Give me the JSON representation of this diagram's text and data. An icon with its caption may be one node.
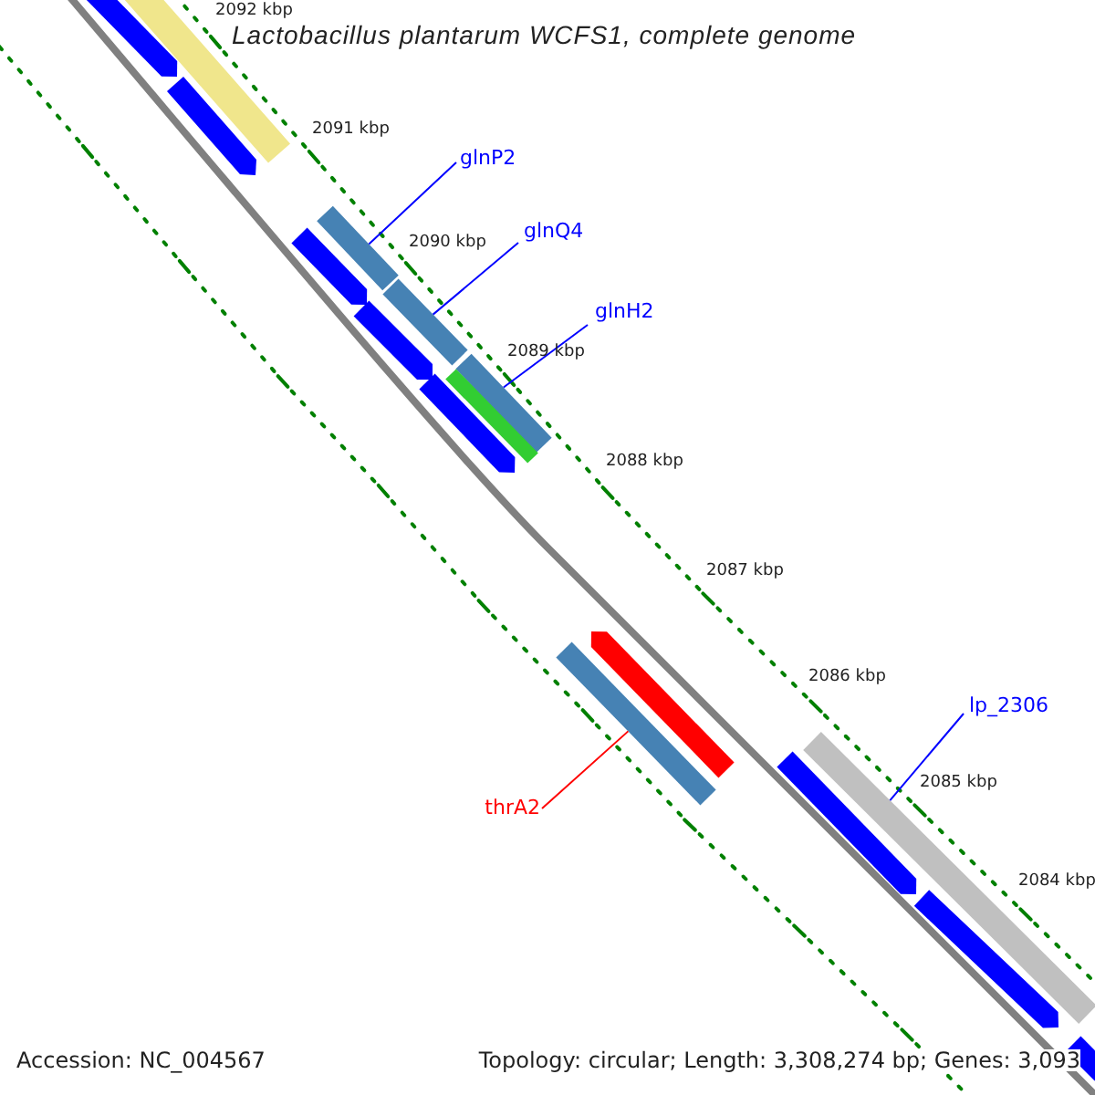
{
  "diagram": {
    "title": "Lactobacillus plantarum WCFS1, complete genome",
    "nodes": [
      {
        "text": [
          "glnP2"
        ]
      },
      {
        "text": [],
        "shape": "bar"
      },
      {
        "text": [
          "glnQ4"
        ]
      },
      {
        "text": [],
        "shape": "bar"
      },
      {
        "text": [
          "glnH2"
        ]
      },
      {
        "text": [],
        "shape": "bar"
      },
      {
        "text": [
          "thrA2"
        ]
      },
      {
        "text": [],
        "shape": "bar"
      },
      {
        "text": [
          "lp_2306"
        ]
      },
      {
        "text": [],
        "shape": "bar"
      },
      {
        "text": [],
        "shape": "bar"
      },
      {
        "text": [],
        "shape": "arrow"
      },
      {
        "text": [],
        "shape": "arrow"
      },
      {
        "text": [],
        "shape": "bar"
      },
      {
        "text": [],
        "shape": "arrow"
      },
      {
        "text": [],
        "shape": "arrow"
      },
      {
        "text": [],
        "shape": "arrow"
      },
      {
        "text": [],
        "shape": "arrow"
      },
      {
        "text": [],
        "shape": "arrow"
      },
      {
        "text": [],
        "shape": "arrow"
      },
      {
        "text": [],
        "shape": "bar"
      }
    ],
    "edges": [
      {
        "from": 0,
        "to": 1,
        "arrow": "none"
      },
      {
        "from": 2,
        "to": 3,
        "arrow": "none"
      },
      {
        "from": 4,
        "to": 5,
        "arrow": "none"
      },
      {
        "from": 6,
        "to": 7,
        "arrow": "none",
        "color": "#ff0000"
      },
      {
        "from": 8,
        "to": 9,
        "arrow": "none"
      }
    ],
    "labels": [
      "2092 kbp",
      "2091 kbp",
      "2090 kbp",
      "2089 kbp",
      "2088 kbp",
      "2087 kbp",
      "2086 kbp",
      "2085 kbp",
      "2084 kbp",
      "Accession: NC_004567",
      "Topology: circular; Length: 3,308,274 bp; Genes: 3,093"
    ]
  }
}
